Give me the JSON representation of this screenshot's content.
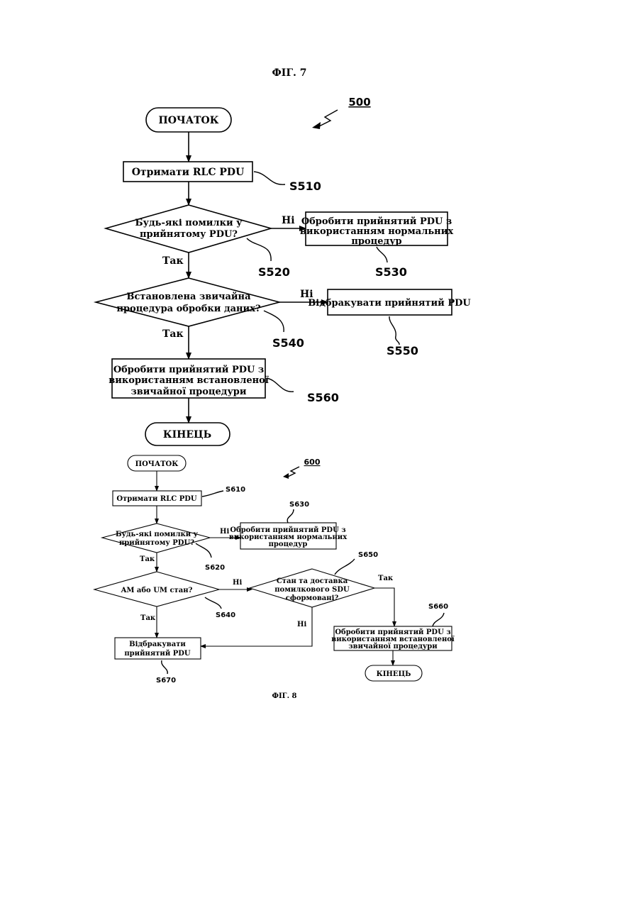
{
  "fig7": {
    "title": "ФІГ. 7",
    "ref": "500",
    "start": "ПОЧАТОК",
    "s510_box": "Отримати RLC PDU",
    "s520_line1": "Будь-які помилки у",
    "s520_line2": "прийнятому PDU?",
    "s530_line1": "Обробити прийнятий PDU з",
    "s530_line2": "використанням нормальних",
    "s530_line3": "процедур",
    "s540_line1": "Встановлена звичайна",
    "s540_line2": "процедура обробки даних?",
    "s550_box": "Відбракувати прийнятий PDU",
    "s560_line1": "Обробити прийнятий PDU з",
    "s560_line2": "використанням встановленої",
    "s560_line3": "звичайної процедури",
    "end": "КІНЕЦЬ",
    "yes": "Так",
    "no": "Ні",
    "step_s510": "S510",
    "step_s520": "S520",
    "step_s530": "S530",
    "step_s540": "S540",
    "step_s550": "S550",
    "step_s560": "S560"
  },
  "fig8": {
    "title": "ФІГ. 8",
    "ref": "600",
    "start": "ПОЧАТОК",
    "s610_box": "Отримати RLC PDU",
    "s620_line1": "Будь-які помилки у",
    "s620_line2": "прийнятому PDU?",
    "s630_line1": "Обробити прийнятий PDU з",
    "s630_line2": "використанням нормальних",
    "s630_line3": "процедур",
    "s640_text": "AM або UM стан?",
    "s650_line1": "Стан та доставка",
    "s650_line2": "помилкового SDU",
    "s650_line3": "сформовані?",
    "s660_line1": "Обробити прийнятий PDU з",
    "s660_line2": "використанням встановленої",
    "s660_line3": "звичайної процедури",
    "s670_line1": "Відбракувати",
    "s670_line2": "прийнятий PDU",
    "end": "КІНЕЦЬ",
    "yes": "Так",
    "no": "Ні",
    "step_s610": "S610",
    "step_s620": "S620",
    "step_s630": "S630",
    "step_s640": "S640",
    "step_s650": "S650",
    "step_s660": "S660",
    "step_s670": "S670"
  }
}
